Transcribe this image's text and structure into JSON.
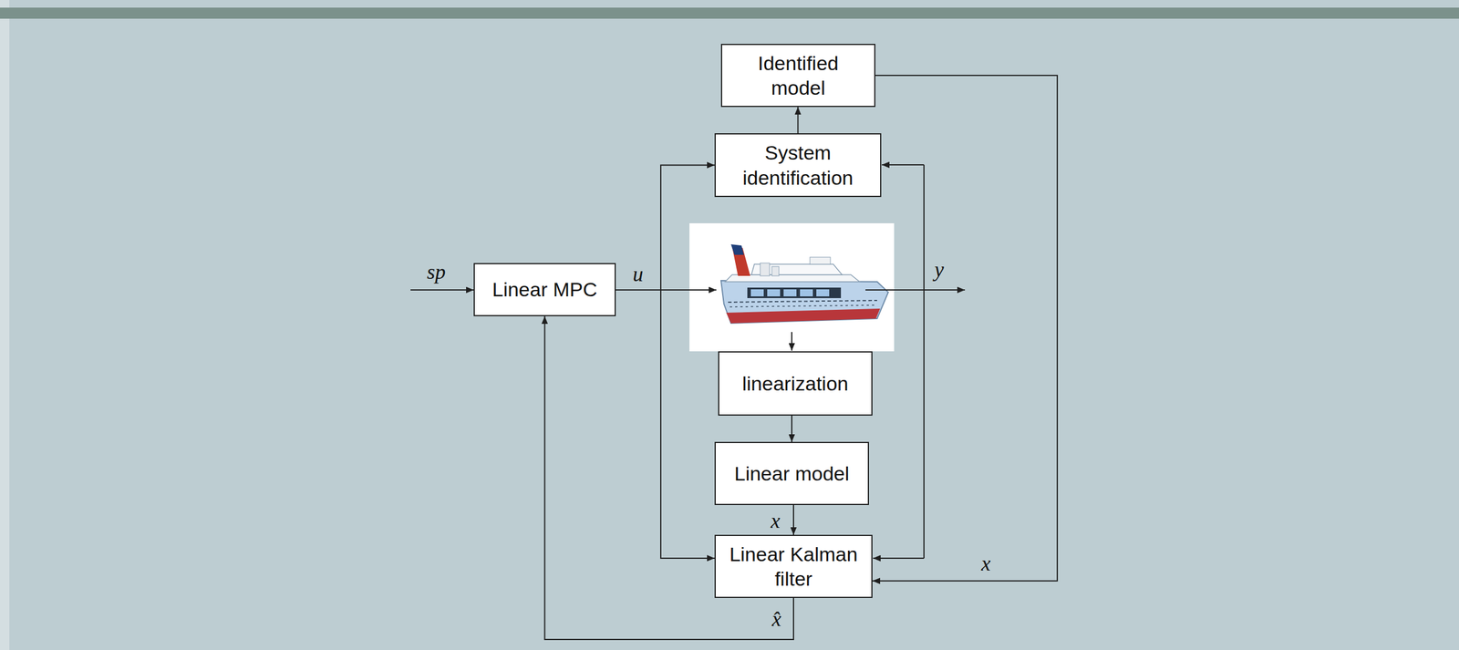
{
  "diagram": {
    "nodes": [
      {
        "text": [
          "Identified model"
        ]
      },
      {
        "text": [
          "System identification"
        ]
      },
      {
        "text": [
          "Linear MPC"
        ]
      },
      {
        "text": [
          "linearization"
        ]
      },
      {
        "text": [
          "Linear model"
        ]
      },
      {
        "text": [
          "Linear Kalman filter"
        ]
      }
    ],
    "edges": [
      {
        "from": 1,
        "to": 0,
        "arrow": "to"
      },
      {
        "from": 3,
        "to": 4,
        "arrow": "to"
      },
      {
        "from": 4,
        "to": 5,
        "label": "x",
        "arrow": "to"
      },
      {
        "from": 0,
        "to": 5,
        "label": "x",
        "arrow": "to"
      },
      {
        "from": 5,
        "to": 2,
        "label": "x̂",
        "arrow": "to"
      },
      {
        "from": 2,
        "to": 1,
        "arrow": "to"
      },
      {
        "from": 2,
        "to": 5,
        "arrow": "to"
      }
    ],
    "labels": [
      "sp",
      "u",
      "y"
    ]
  }
}
